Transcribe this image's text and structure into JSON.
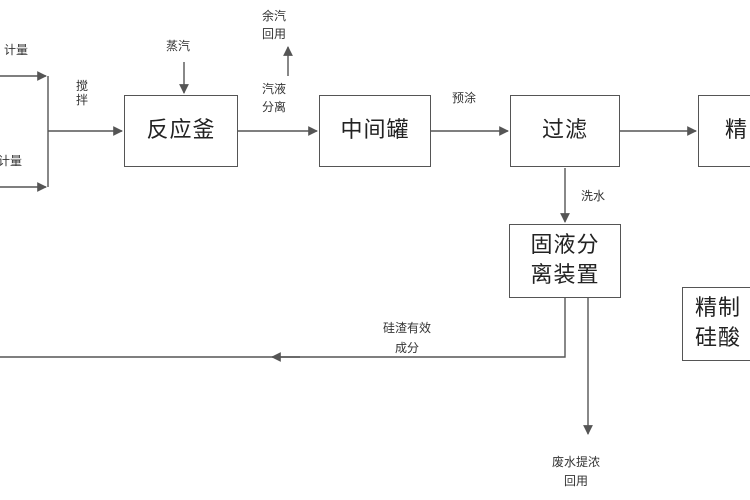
{
  "nodes": {
    "reactor": "反应釜",
    "intermediate_tank": "中间罐",
    "filter": "过滤",
    "solid_liquid_separator": "固液分离装置",
    "refine_partial": "精",
    "refined_product_partial": "精制\n硅酸"
  },
  "labels": {
    "meter_top": "计量",
    "meter_bottom": "计量",
    "stir": "搅拌",
    "steam": "蒸汽",
    "residual_steam_reuse": "余汽\n回用",
    "steam_liquid_separation": "汽液\n分离",
    "precoat": "预涂",
    "wash_water": "洗水",
    "silica_residue_effective": "硅渣有效\n成分",
    "wastewater_concentrate_reuse": "废水提浓\n回用"
  },
  "colors": {
    "line": "#555555",
    "box_border": "#555555",
    "text": "#222222"
  }
}
